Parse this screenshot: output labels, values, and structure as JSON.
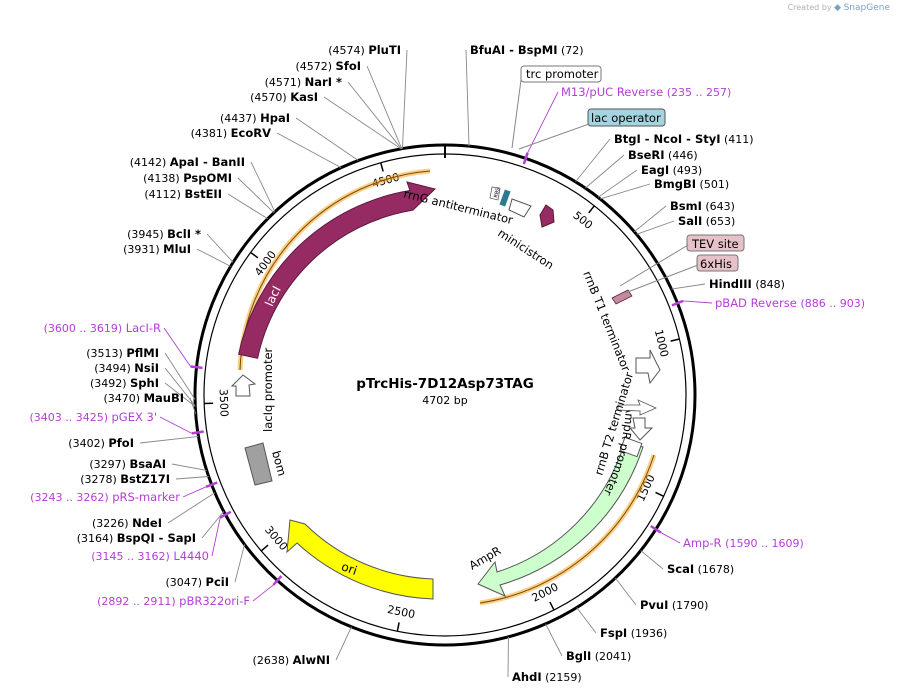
{
  "watermark": {
    "created_by": "Created by",
    "brand": "SnapGene"
  },
  "plasmid": {
    "name": "pTrcHis-7D12Asp73TAG",
    "length_label": "4702 bp",
    "length": 4702
  },
  "colors": {
    "backbone": "#000000",
    "primer": "#b33fd6",
    "enzyme_line": "#888888",
    "lacI": "#962b63",
    "ori": "#ffff00",
    "AmpR": "#ccffcc",
    "highlight": "#f5a623",
    "bom": "#a0a0a0",
    "tag_fill": "#e6c1c8",
    "operator_fill": "#a4d4e0"
  },
  "ticks": [
    {
      "pos": 500,
      "label": "500"
    },
    {
      "pos": 1000,
      "label": "1000"
    },
    {
      "pos": 1500,
      "label": "1500"
    },
    {
      "pos": 2000,
      "label": "2000"
    },
    {
      "pos": 2500,
      "label": "2500"
    },
    {
      "pos": 3000,
      "label": "3000"
    },
    {
      "pos": 3500,
      "label": "3500"
    },
    {
      "pos": 4000,
      "label": "4000"
    },
    {
      "pos": 4500,
      "label": "4500"
    }
  ],
  "enzymes_left": [
    {
      "name": "PluTI",
      "pos": "(4574)",
      "site": 4574
    },
    {
      "name": "SfoI",
      "pos": "(4572)",
      "site": 4572
    },
    {
      "name": "NarI *",
      "pos": "(4571)",
      "site": 4571
    },
    {
      "name": "KasI",
      "pos": "(4570)",
      "site": 4570
    },
    {
      "name": "HpaI",
      "pos": "(4437)",
      "site": 4437
    },
    {
      "name": "EcoRV",
      "pos": "(4381)",
      "site": 4381
    },
    {
      "name": "ApaI  -  BanII",
      "pos": "(4142)",
      "site": 4142
    },
    {
      "name": "PspOMI",
      "pos": "(4138)",
      "site": 4138
    },
    {
      "name": "BstEII",
      "pos": "(4112)",
      "site": 4112
    },
    {
      "name": "BclI *",
      "pos": "(3945)",
      "site": 3945
    },
    {
      "name": "MluI",
      "pos": "(3931)",
      "site": 3931
    },
    {
      "name": "PflMI",
      "pos": "(3513)",
      "site": 3513
    },
    {
      "name": "NsiI",
      "pos": "(3494)",
      "site": 3494
    },
    {
      "name": "SphI",
      "pos": "(3492)",
      "site": 3492
    },
    {
      "name": "MauBI",
      "pos": "(3470)",
      "site": 3470
    },
    {
      "name": "PfoI",
      "pos": "(3402)",
      "site": 3402
    },
    {
      "name": "BsaAI",
      "pos": "(3297)",
      "site": 3297
    },
    {
      "name": "BstZ17I",
      "pos": "(3278)",
      "site": 3278
    },
    {
      "name": "NdeI",
      "pos": "(3226)",
      "site": 3226
    },
    {
      "name": "BspQI  -  SapI",
      "pos": "(3164)",
      "site": 3164
    },
    {
      "name": "PciI",
      "pos": "(3047)",
      "site": 3047
    },
    {
      "name": "AlwNI",
      "pos": "(2638)",
      "site": 2638
    }
  ],
  "enzymes_right": [
    {
      "name": "BfuAI  -  BspMI",
      "pos": "(72)",
      "site": 72
    },
    {
      "name": "BtgI  -  NcoI  -  StyI",
      "pos": "(411)",
      "site": 411
    },
    {
      "name": "BseRI",
      "pos": "(446)",
      "site": 446
    },
    {
      "name": "EagI",
      "pos": "(493)",
      "site": 493
    },
    {
      "name": "BmgBI",
      "pos": "(501)",
      "site": 501
    },
    {
      "name": "BsmI",
      "pos": "(643)",
      "site": 643
    },
    {
      "name": "SalI",
      "pos": "(653)",
      "site": 653
    },
    {
      "name": "HindIII",
      "pos": "(848)",
      "site": 848
    },
    {
      "name": "ScaI",
      "pos": "(1678)",
      "site": 1678
    },
    {
      "name": "PvuI",
      "pos": "(1790)",
      "site": 1790
    },
    {
      "name": "FspI",
      "pos": "(1936)",
      "site": 1936
    },
    {
      "name": "BglI",
      "pos": "(2041)",
      "site": 2041
    },
    {
      "name": "AhdI",
      "pos": "(2159)",
      "site": 2159
    }
  ],
  "primers": [
    {
      "name": "M13/pUC Reverse",
      "range": "(235 .. 257)",
      "site": 246
    },
    {
      "name": "pBAD Reverse",
      "range": "(886 .. 903)",
      "site": 894
    },
    {
      "name": "Amp-R",
      "range": "(1590 .. 1609)",
      "site": 1600
    },
    {
      "name": "pBR322ori-F",
      "range": "(2892 .. 2911)",
      "site": 2901
    },
    {
      "name": "L4440",
      "range": "(3145 .. 3162)",
      "site": 3153
    },
    {
      "name": "pRS-marker",
      "range": "(3243 .. 3262)",
      "site": 3252
    },
    {
      "name": "pGEX 3'",
      "range": "(3403 .. 3425)",
      "site": 3414
    },
    {
      "name": "LacI-R",
      "range": "(3600 .. 3619)",
      "site": 3610
    }
  ],
  "boxed_features": [
    {
      "name": "trc promoter",
      "style": "plain"
    },
    {
      "name": "lac operator",
      "style": "operator"
    },
    {
      "name": "TEV site",
      "style": "tag"
    },
    {
      "name": "6xHis",
      "style": "tag"
    }
  ],
  "features": [
    {
      "name": "lacI"
    },
    {
      "name": "ori"
    },
    {
      "name": "AmpR"
    },
    {
      "name": "AmpR promoter"
    },
    {
      "name": "bom"
    },
    {
      "name": "lacIq promoter"
    },
    {
      "name": "rrnG antiterminator"
    },
    {
      "name": "minicistron"
    },
    {
      "name": "rrnB T1 terminator"
    },
    {
      "name": "rrnB T2 terminator"
    },
    {
      "name": "RBS"
    }
  ]
}
